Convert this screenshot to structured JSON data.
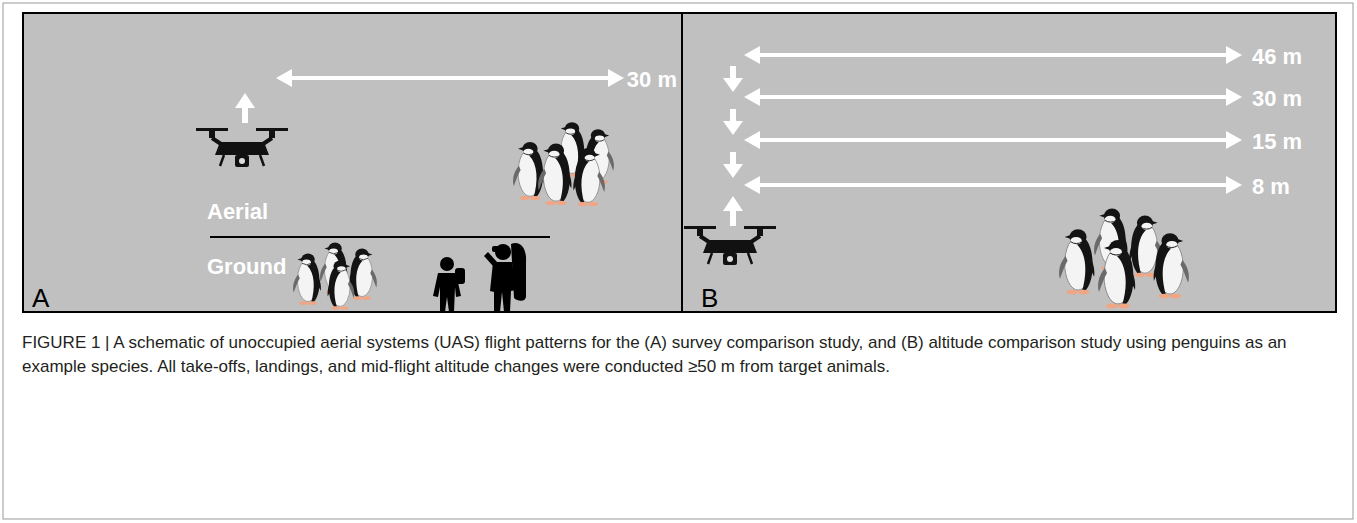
{
  "diagram": {
    "caption": "FIGURE 1 | A schematic of unoccupied aerial systems (UAS) flight patterns for the (A) survey comparison study, and (B) altitude comparison study using penguins as an example species. All take-offs, landings, and mid-flight altitude changes were conducted ≥50 m from target animals.",
    "nodes": [
      {
        "text": [
          "30 m",
          "Aerial",
          "Ground",
          "A"
        ]
      },
      {
        "text": [
          "46 m",
          "30 m",
          "15 m",
          "8 m",
          "B"
        ]
      }
    ]
  }
}
